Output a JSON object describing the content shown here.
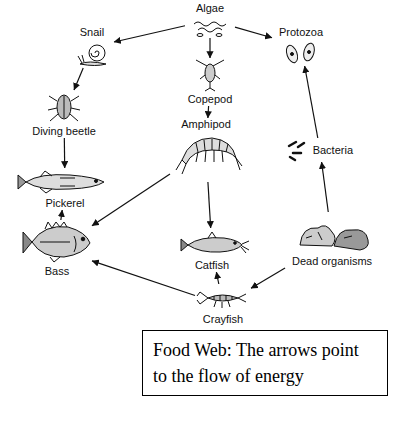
{
  "diagram": {
    "caption": "Food Web: The arrows point to the flow of energy",
    "nodes": [
      {
        "text": [
          "Algae"
        ]
      },
      {
        "text": [
          "Snail"
        ]
      },
      {
        "text": [
          "Protozoa"
        ]
      },
      {
        "text": [
          "Copepod"
        ]
      },
      {
        "text": [
          "Diving beetle"
        ]
      },
      {
        "text": [
          "Bacteria"
        ]
      },
      {
        "text": [
          "Amphipod"
        ]
      },
      {
        "text": [
          "Pickerel"
        ]
      },
      {
        "text": [
          "Bass"
        ]
      },
      {
        "text": [
          "Catfish"
        ]
      },
      {
        "text": [
          "Dead organisms"
        ]
      },
      {
        "text": [
          "Crayfish"
        ]
      }
    ],
    "edges": [
      {
        "from": 0,
        "to": 1,
        "arrow": "to"
      },
      {
        "from": 0,
        "to": 2,
        "arrow": "to"
      },
      {
        "from": 0,
        "to": 3,
        "arrow": "to"
      },
      {
        "from": 1,
        "to": 4,
        "arrow": "to"
      },
      {
        "from": 4,
        "to": 7,
        "arrow": "to"
      },
      {
        "from": 8,
        "to": 7,
        "arrow": "to"
      },
      {
        "from": 5,
        "to": 2,
        "arrow": "to"
      },
      {
        "from": 10,
        "to": 5,
        "arrow": "to"
      },
      {
        "from": 3,
        "to": 6,
        "arrow": "to"
      },
      {
        "from": 6,
        "to": 8,
        "arrow": "to"
      },
      {
        "from": 6,
        "to": 9,
        "arrow": "to"
      },
      {
        "from": 10,
        "to": 11,
        "arrow": "to"
      },
      {
        "from": 11,
        "to": 8,
        "arrow": "to"
      },
      {
        "from": 11,
        "to": 9,
        "arrow": "to"
      }
    ]
  }
}
